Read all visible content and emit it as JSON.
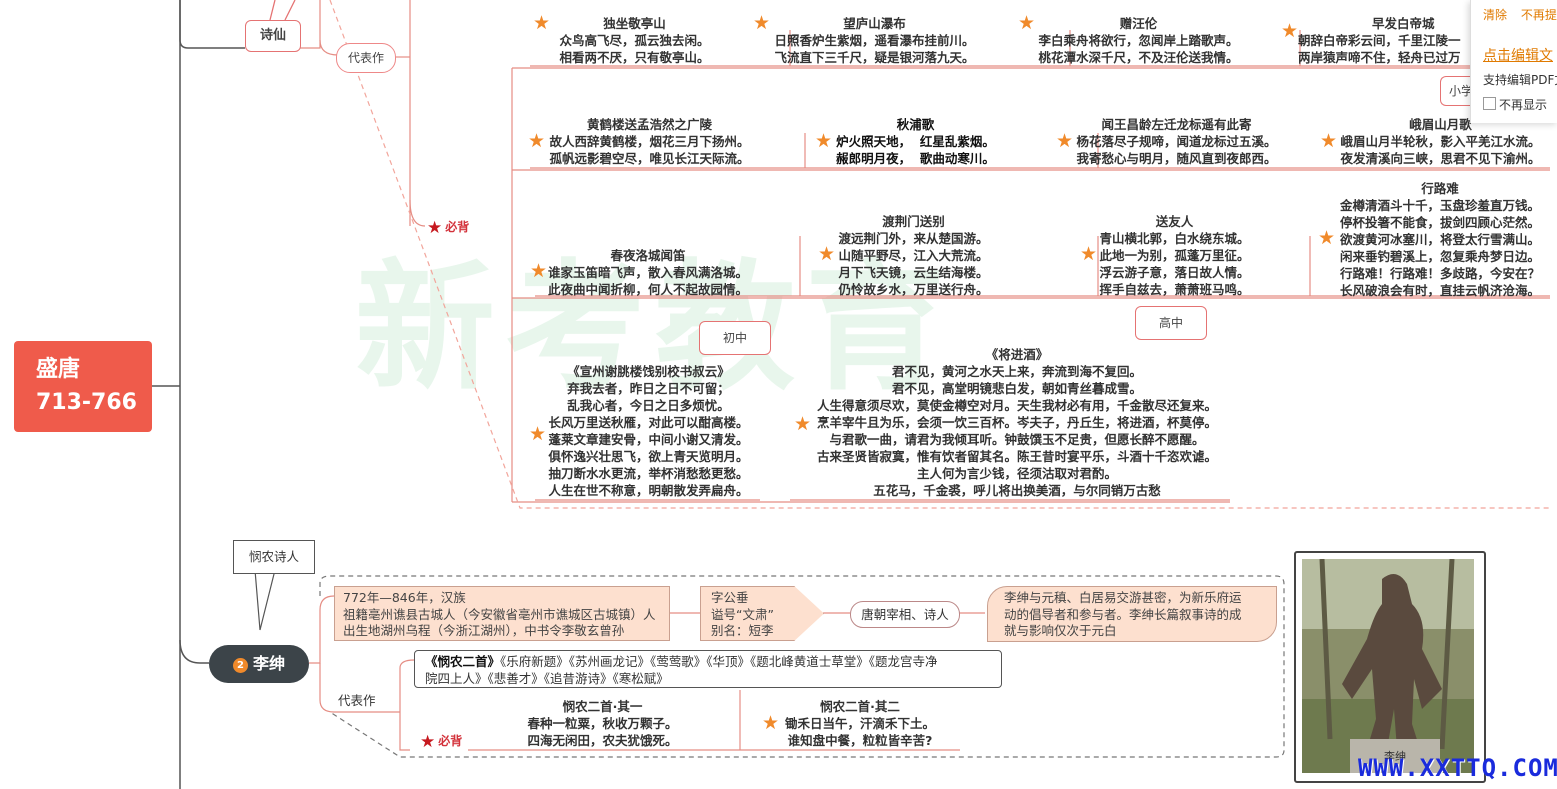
{
  "era": {
    "name": "盛唐",
    "years": "713-766"
  },
  "li_bai": {
    "label": "诗仙",
    "works_label": "代表作",
    "must_label": "必背",
    "poems": [
      {
        "title": "独坐敬亭山",
        "lines": [
          "众鸟高飞尽，孤云独去闲。",
          "相看两不厌，只有敬亭山。"
        ]
      },
      {
        "title": "望庐山瀑布",
        "lines": [
          "日照香炉生紫烟，遥看瀑布挂前川。",
          "飞流直下三千尺，疑是银河落九天。"
        ]
      },
      {
        "title": "赠汪伦",
        "lines": [
          "李白乘舟将欲行，忽闻岸上踏歌声。",
          "桃花潭水深千尺，不及汪伦送我情。"
        ]
      },
      {
        "title": "早发白帝城",
        "lines": [
          "朝辞白帝彩云间，千里江陵一",
          "两岸猿声啼不住，轻舟已过万"
        ]
      },
      {
        "title": "黄鹤楼送孟浩然之广陵",
        "lines": [
          "故人西辞黄鹤楼，烟花三月下扬州。",
          "孤帆远影碧空尽，唯见长江天际流。"
        ]
      },
      {
        "title": "秋浦歌",
        "lines": [
          "炉火照天地，  红星乱紫烟。",
          "赧郎明月夜，  歌曲动寒川。"
        ]
      },
      {
        "title": "闻王昌龄左迁龙标遥有此寄",
        "lines": [
          "杨花落尽子规啼，闻道龙标过五溪。",
          "我寄愁心与明月，随风直到夜郎西。"
        ]
      },
      {
        "title": "峨眉山月歌",
        "lines": [
          "峨眉山月半轮秋，影入平羌江水流。",
          "夜发清溪向三峡，思君不见下渝州。"
        ]
      },
      {
        "title": "春夜洛城闻笛",
        "lines": [
          "谁家玉笛暗飞声，散入春风满洛城。",
          "此夜曲中闻折柳，何人不起故园情。"
        ]
      },
      {
        "title": "渡荆门送别",
        "lines": [
          "渡远荆门外，来从楚国游。",
          "山随平野尽，江入大荒流。",
          "月下飞天镜，云生结海楼。",
          "仍怜故乡水，万里送行舟。"
        ]
      },
      {
        "title": "送友人",
        "lines": [
          "青山横北郭，白水绕东城。",
          "此地一为别，孤蓬万里征。",
          "浮云游子意，落日故人情。",
          "挥手自兹去，萧萧班马鸣。"
        ]
      },
      {
        "title": "行路难",
        "lines": [
          "金樽清酒斗十千，玉盘珍羞直万钱。",
          "停杯投箸不能食，拔剑四顾心茫然。",
          "欲渡黄河冰塞川，将登太行雪满山。",
          "闲来垂钓碧溪上，忽复乘舟梦日边。",
          "行路难！行路难！多歧路，今安在？",
          "长风破浪会有时，直挂云帆济沧海。"
        ]
      },
      {
        "title": "《宣州谢朓楼饯别校书叔云》",
        "lines": [
          "弃我去者，昨日之日不可留；",
          "乱我心者，今日之日多烦忧。",
          "长风万里送秋雁，对此可以酣高楼。",
          "蓬莱文章建安骨，中间小谢又清发。",
          "俱怀逸兴壮思飞，欲上青天览明月。",
          "抽刀断水水更流，举杯消愁愁更愁。",
          "人生在世不称意，明朝散发弄扁舟。"
        ]
      },
      {
        "title": "《将进酒》",
        "lines": [
          "君不见，黄河之水天上来，奔流到海不复回。",
          "君不见，高堂明镜悲白发，朝如青丝暮成雪。",
          "人生得意须尽欢，莫使金樽空对月。天生我材必有用，千金散尽还复来。",
          "烹羊宰牛且为乐，会须一饮三百杯。岑夫子，丹丘生，将进酒，杯莫停。",
          "与君歌一曲，请君为我倾耳听。钟鼓馔玉不足贵，但愿长醉不愿醒。",
          "古来圣贤皆寂寞，惟有饮者留其名。陈王昔时宴平乐，斗酒十千恣欢谑。",
          "主人何为言少钱，径须沽取对君酌。",
          "五花马，千金裘，呼儿将出换美酒，与尔同销万古愁"
        ]
      }
    ],
    "level_small": "小学",
    "level_junior": "初中",
    "level_senior": "高中"
  },
  "li_shen": {
    "num": "2",
    "name": "李绅",
    "label": "悯农诗人",
    "bio": [
      "772年—846年，汉族",
      "祖籍亳州谯县古城人（今安徽省亳州市谯城区古城镇）人",
      "出生地湖州乌程（今浙江湖州），中书令李敬玄曾孙"
    ],
    "names": [
      "字公垂",
      "谥号“文肃”",
      "别名：短李"
    ],
    "title": "唐朝宰相、诗人",
    "desc": [
      "李绅与元稹、白居易交游甚密，为新乐府运",
      "动的倡导者和参与者。李绅长篇叙事诗的成",
      "就与影响仅次于元白"
    ],
    "works_label": "代表作",
    "works_first": "《悯农二首》",
    "works_rest": "《乐府新题》《苏州画龙记》《莺莺歌》《华顶》《题北峰黄道士草堂》《题龙宫寺净",
    "works_line2": "院四上人》《悲善才》《追昔游诗》《寒松赋》",
    "must_label": "必背",
    "poems": [
      {
        "title": "悯农二首·其一",
        "lines": [
          "春种一粒粟，秋收万颗子。",
          "四海无闲田，农夫犹饿死。"
        ]
      },
      {
        "title": "悯农二首·其二",
        "lines": [
          "锄禾日当午，汗滴禾下土。",
          "谁知盘中餐，粒粒皆辛苦?"
        ]
      }
    ],
    "statue_label": "李绅"
  },
  "popup": {
    "clear": "清除",
    "no_show_top": "不再提示",
    "edit_link": "点击编辑文",
    "support": "支持编辑PDF文",
    "no_show": "不再显示"
  },
  "watermark": "WWW.XXTTQ.COM",
  "colors": {
    "era_red": "#ef5b4b",
    "star_orange": "#f08a2b",
    "must_red": "#c6191f",
    "node_dark": "#3c4449",
    "peach": "#fde0cf",
    "link_orange": "#e07a00",
    "watermark_blue": "#1a2bdc"
  }
}
